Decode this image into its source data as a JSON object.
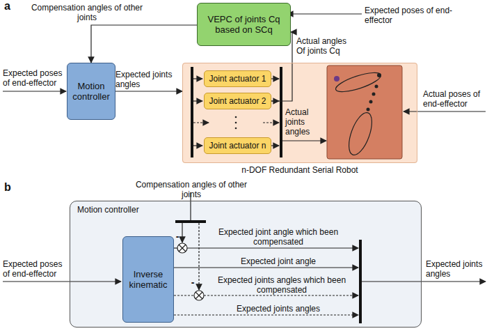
{
  "diagram": {
    "nodes": [
      {
        "text": [
          "VEPC of joints Cq based on SCq"
        ]
      },
      {
        "text": [
          "Motion controller"
        ]
      },
      {
        "text": [
          "n-DOF Redundant Serial Robot"
        ]
      },
      {
        "text": [
          "Joint actuator 1"
        ],
        "in": 2
      },
      {
        "text": [
          "Joint actuator 2"
        ],
        "in": 2
      },
      {
        "text": [
          "Joint actuator n"
        ],
        "in": 2
      },
      {
        "text": [
          "Motion controller"
        ]
      },
      {
        "text": [
          "Inverse kinematic"
        ],
        "in": 6
      }
    ],
    "edges": [
      {
        "from": 0,
        "to": 1,
        "arrow": "to",
        "label": "Compensation angles of other joints"
      },
      {
        "from": 1,
        "to": 2,
        "arrow": "to",
        "label": "Expected joints angles"
      },
      {
        "from": 4,
        "to": 0,
        "arrow": "to",
        "label": "Actual angles Of joints Cq"
      }
    ],
    "labels": [
      "a",
      "Expected poses of end-effector",
      "Expected poses of end-effector",
      "Actual joints angles",
      "Actual poses of end-effector",
      "b",
      "Compensation angles of other joints",
      "Expected poses of end-effector",
      "-",
      "-",
      "Expected joint angle which been compensated",
      "Expected joint angle",
      "Expected joints angles which been compensated",
      "Expected joints angles",
      "Expected joints angles"
    ]
  }
}
